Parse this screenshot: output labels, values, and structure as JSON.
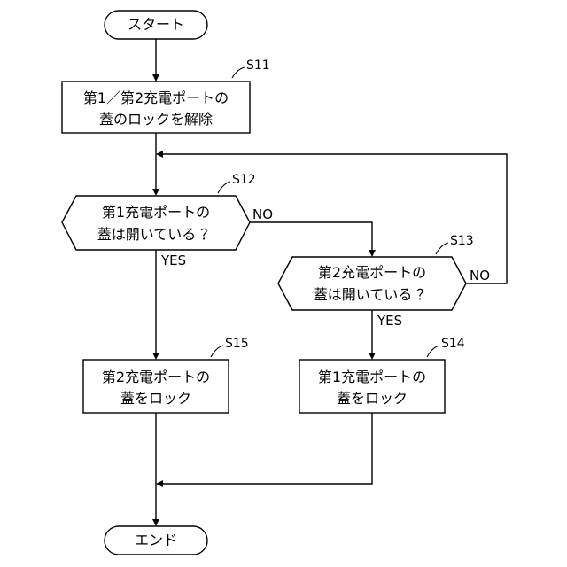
{
  "start": "スタート",
  "end": "エンド",
  "steps": {
    "s11": {
      "label": "S11",
      "line1": "第1／第2充電ポートの",
      "line2": "蓋のロックを解除"
    },
    "s12": {
      "label": "S12",
      "line1": "第1充電ポートの",
      "line2": "蓋は開いている ？"
    },
    "s13": {
      "label": "S13",
      "line1": "第2充電ポートの",
      "line2": "蓋は開いている ？"
    },
    "s14": {
      "label": "S14",
      "line1": "第1充電ポートの",
      "line2": "蓋をロック"
    },
    "s15": {
      "label": "S15",
      "line1": "第2充電ポートの",
      "line2": "蓋をロック"
    }
  },
  "branches": {
    "s12_no": "NO",
    "s12_yes": "YES",
    "s13_no": "NO",
    "s13_yes": "YES"
  }
}
